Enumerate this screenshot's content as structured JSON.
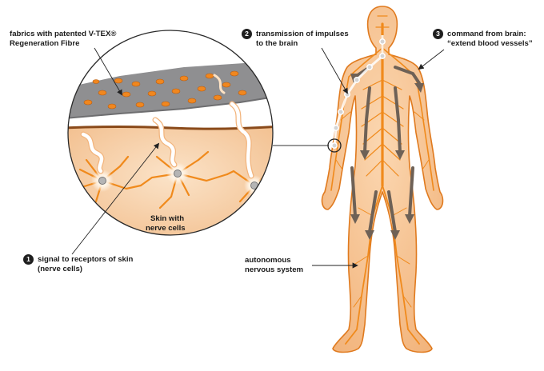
{
  "labels": {
    "fabric": {
      "line1": "fabrics with patented V-TEX®",
      "line2": "Regeneration Fibre"
    },
    "step1": {
      "number": "1",
      "line1": "signal to receptors of skin",
      "line2": "(nerve cells)"
    },
    "step2": {
      "number": "2",
      "line1": "transmission of impulses",
      "line2": "to the brain"
    },
    "step3": {
      "number": "3",
      "line1": "command from brain:",
      "line2": "“extend blood vessels”"
    },
    "skin": {
      "line1": "Skin with",
      "line2": "nerve cells"
    },
    "autonomous": {
      "line1": "autonomous",
      "line2": "nervous system"
    }
  },
  "colors": {
    "body_fill": "#f6c79b",
    "body_outline": "#e07a1e",
    "nerve": "#f08a1c",
    "fabric": "#8f8f91",
    "fabric_dot": "#f0871f",
    "skin": "#f7d2ad",
    "arrow": "#6e6156",
    "number_badge": "#1f1f1f"
  }
}
